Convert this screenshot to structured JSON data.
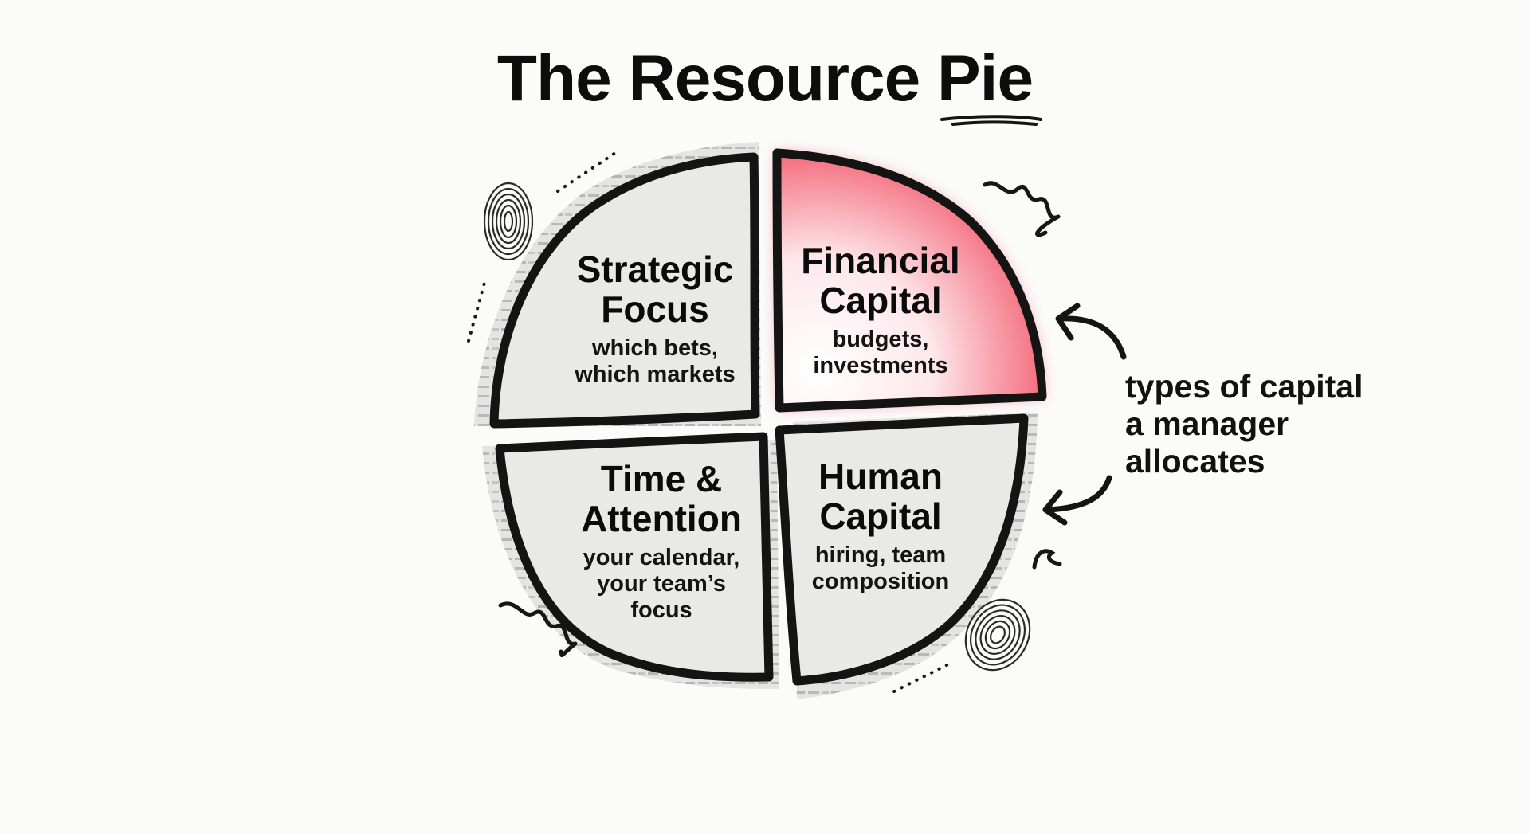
{
  "title": "The Resource Pie",
  "quadrants": [
    {
      "id": "strategic-focus",
      "title_lines": [
        "Strategic",
        "Focus"
      ],
      "subtitle_lines": [
        "which bets,",
        "which markets"
      ],
      "highlighted": false
    },
    {
      "id": "financial-capital",
      "title_lines": [
        "Financial",
        "Capital"
      ],
      "subtitle_lines": [
        "budgets,",
        "investments"
      ],
      "highlighted": true
    },
    {
      "id": "time-attention",
      "title_lines": [
        "Time &",
        "Attention"
      ],
      "subtitle_lines": [
        "your calendar,",
        "your team’s",
        "focus"
      ],
      "highlighted": false
    },
    {
      "id": "human-capital",
      "title_lines": [
        "Human",
        "Capital"
      ],
      "subtitle_lines": [
        "hiring, team",
        "composition"
      ],
      "highlighted": false
    }
  ],
  "annotation": {
    "lines": [
      "types of capital",
      "a manager",
      "allocates"
    ]
  },
  "colors": {
    "background": "#fbfbf9",
    "highlight": "#f0344f",
    "paper": "#e6e6e4",
    "outline": "#151515"
  },
  "icons": [
    "fingerprint-icon",
    "squiggle-icon",
    "curved-arrow-icon"
  ]
}
